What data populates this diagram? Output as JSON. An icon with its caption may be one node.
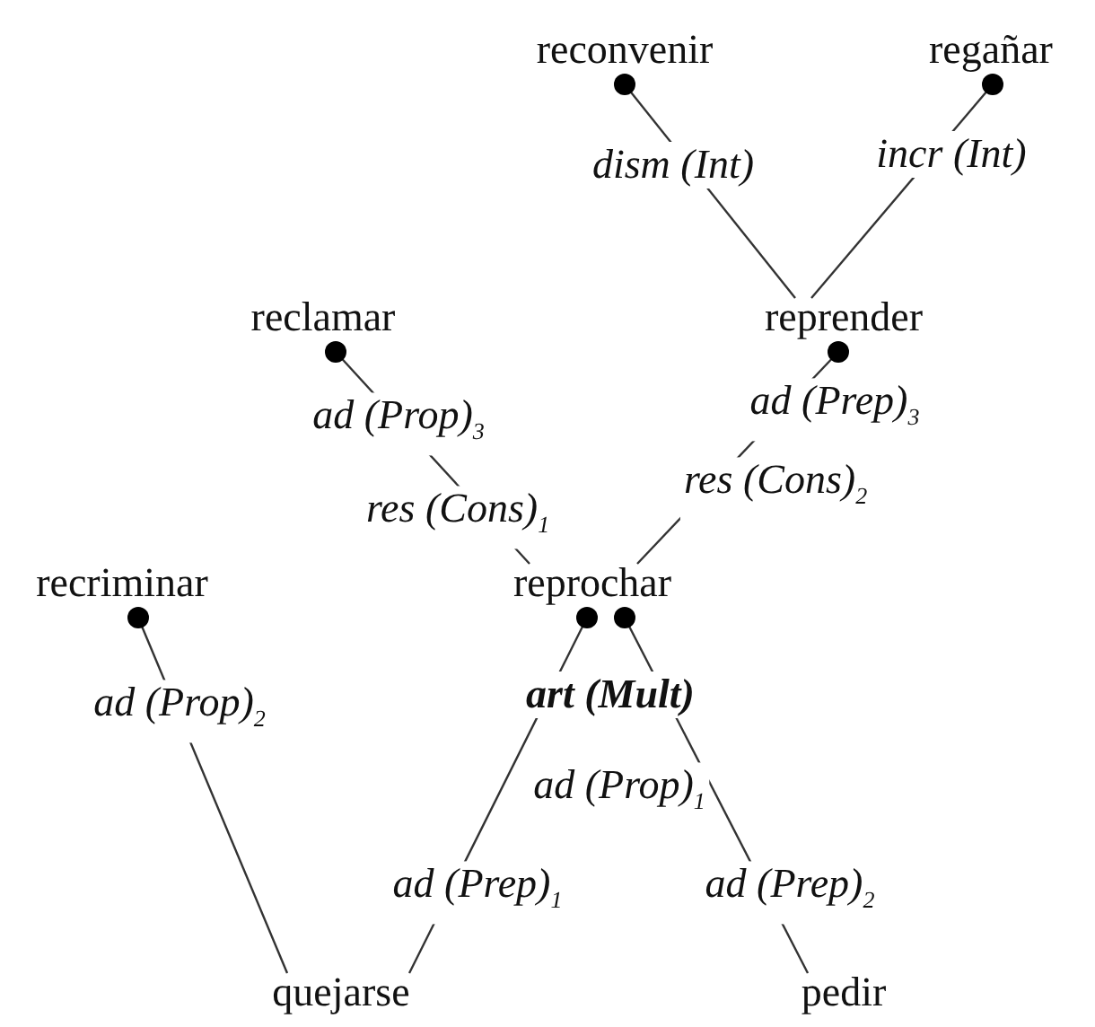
{
  "diagram": {
    "nodes": [
      {
        "text": [
          "reconvenir"
        ]
      },
      {
        "text": [
          "regañar"
        ]
      },
      {
        "text": [
          "reclamar"
        ]
      },
      {
        "text": [
          "reprender"
        ]
      },
      {
        "text": [
          "recriminar"
        ]
      },
      {
        "text": [
          "reprochar"
        ]
      },
      {
        "text": [
          "quejarse"
        ]
      },
      {
        "text": [
          "pedir"
        ]
      }
    ],
    "edges": [
      {
        "from": 0,
        "to": 3,
        "arrow": "other",
        "label": "dism (Int)"
      },
      {
        "from": 1,
        "to": 3,
        "arrow": "other",
        "label": "incr (Int)"
      },
      {
        "from": 2,
        "to": 5,
        "arrow": "other",
        "label": "ad (Prop)$_{3}$"
      },
      {
        "from": 3,
        "to": 5,
        "arrow": "other",
        "label": "ad (Prep)$_{3}$"
      },
      {
        "from": 4,
        "to": 6,
        "arrow": "other",
        "label": "ad (Prop)$_{2}$"
      },
      {
        "from": 5,
        "to": 6,
        "arrow": "other",
        "label": "ad (Prep)$_{1}$"
      },
      {
        "from": 5,
        "to": 7,
        "arrow": "other",
        "label": "ad (Prep)$_{2}$"
      }
    ],
    "labels": [
      "res (Cons)$_{1}$",
      "res (Cons)$_{2}$",
      "art (Mult)",
      "ad (Prop)$_{1}$"
    ]
  }
}
